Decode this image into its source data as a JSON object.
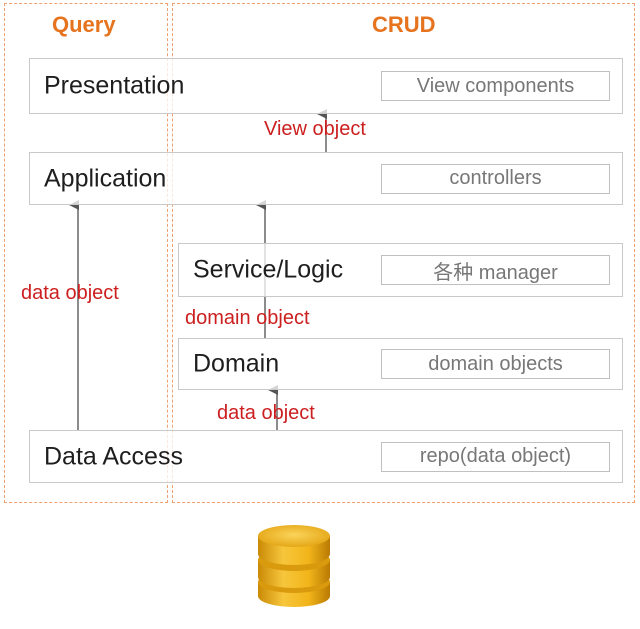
{
  "regions": {
    "query_title": "Query",
    "crud_title": "CRUD"
  },
  "layers": [
    {
      "name": "Presentation",
      "note": "View components"
    },
    {
      "name": "Application",
      "note": "controllers"
    },
    {
      "name": "Service/Logic",
      "note": "各种 manager"
    },
    {
      "name": "Domain",
      "note": "domain objects"
    },
    {
      "name": "Data Access",
      "note": "repo(data object)"
    }
  ],
  "flows": {
    "view_object": "View object",
    "data_object_query": "data object",
    "domain_object": "domain object",
    "data_object_crud": "data object"
  },
  "icons": {
    "database": "database-icon"
  },
  "colors": {
    "region_border": "#f0a070",
    "region_title": "#e6731e",
    "flow_label": "#cc1f1f",
    "database_gold": "#f2b51a"
  }
}
